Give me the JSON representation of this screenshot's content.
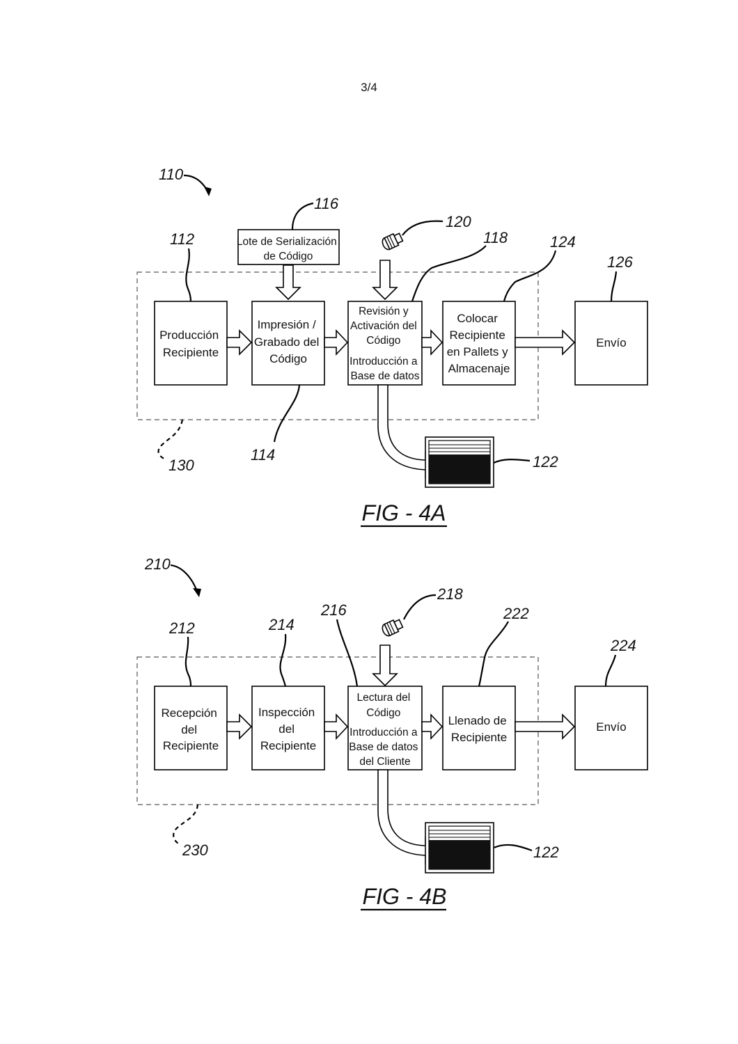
{
  "page_number": "3/4",
  "fig_4a": {
    "label": "FIG - 4A",
    "refs": {
      "r110": "110",
      "r112": "112",
      "r114": "114",
      "r116": "116",
      "r118": "118",
      "r120": "120",
      "r122": "122",
      "r124": "124",
      "r126": "126",
      "r130": "130"
    },
    "serialization_box": [
      "Lote de Serialización",
      "de Código"
    ],
    "box_produccion": [
      "Producción",
      "Recipiente"
    ],
    "box_impresion": [
      "Impresión /",
      "Grabado del",
      "Código"
    ],
    "box_revision": [
      "Revisión y",
      "Activación del",
      "Código",
      "Introducción a",
      "Base de datos"
    ],
    "box_colocar": [
      "Colocar",
      "Recipiente",
      "en Pallets y",
      "Almacenaje"
    ],
    "box_envio": [
      "Envío"
    ]
  },
  "fig_4b": {
    "label": "FIG - 4B",
    "refs": {
      "r210": "210",
      "r212": "212",
      "r214": "214",
      "r216": "216",
      "r218": "218",
      "r222": "222",
      "r224": "224",
      "r230": "230",
      "r122": "122"
    },
    "box_recepcion": [
      "Recepción",
      "del",
      "Recipiente"
    ],
    "box_inspeccion": [
      "Inspección",
      "del",
      "Recipiente"
    ],
    "box_lectura": [
      "Lectura del",
      "Código",
      "Introducción a",
      "Base de datos",
      "del Cliente"
    ],
    "box_llenado": [
      "Llenado de",
      "Recipiente"
    ],
    "box_envio": [
      "Envío"
    ]
  }
}
